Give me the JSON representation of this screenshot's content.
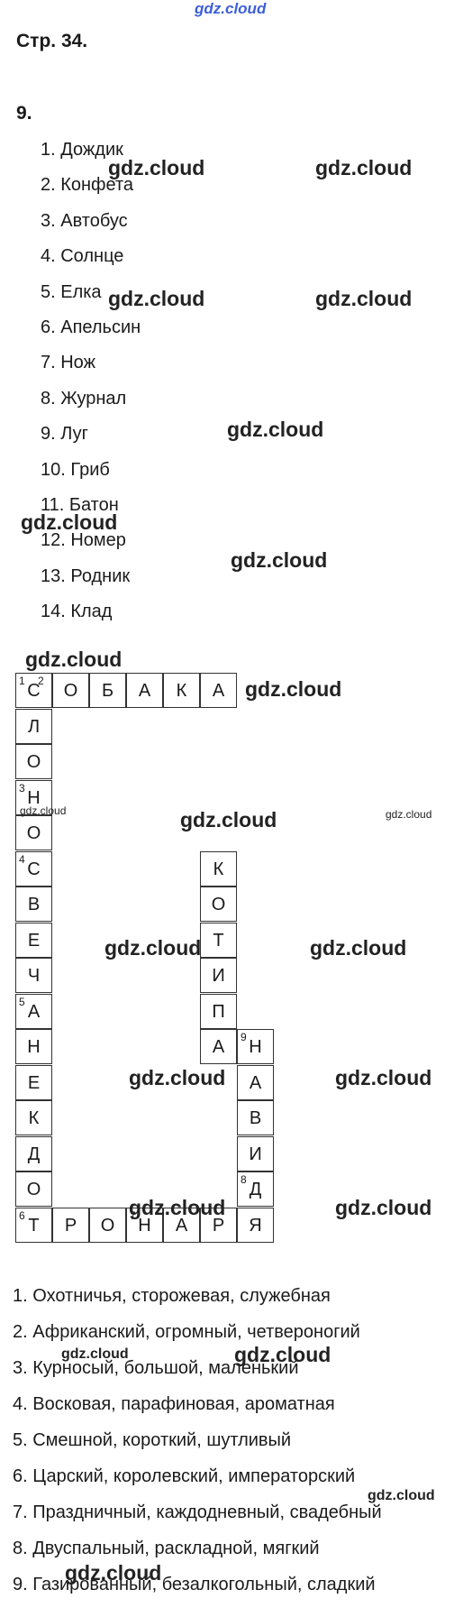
{
  "watermark": "gdz.cloud",
  "page_heading": "Стр. 34.",
  "task_number": "9.",
  "answers": [
    "1. Дождик",
    "2. Конфета",
    "3. Автобус",
    "4. Солнце",
    "5. Елка",
    "6. Апельсин",
    "7. Нож",
    "8. Журнал",
    "9. Луг",
    "10. Гриб",
    "11. Батон",
    "12. Номер",
    "13. Родник",
    "14. Клад"
  ],
  "crossword": {
    "top_row": [
      {
        "n": "1",
        "n2": "2",
        "ch": "С"
      },
      {
        "ch": "О"
      },
      {
        "ch": "Б"
      },
      {
        "ch": "А"
      },
      {
        "ch": "К"
      },
      {
        "ch": "А"
      }
    ],
    "left_column": [
      {
        "ch": "Л"
      },
      {
        "ch": "О"
      },
      {
        "n": "3",
        "ch": "Н"
      },
      {
        "ch": "О"
      },
      {
        "n": "4",
        "ch": "С"
      },
      {
        "ch": "В"
      },
      {
        "ch": "Е"
      },
      {
        "ch": "Ч"
      },
      {
        "n": "5",
        "ch": "А"
      },
      {
        "ch": "Н"
      },
      {
        "ch": "Е"
      },
      {
        "ch": "К"
      },
      {
        "ch": "Д"
      },
      {
        "ch": "О"
      }
    ],
    "bottom_row": [
      {
        "n": "6",
        "ch": "Т"
      },
      {
        "ch": "Р"
      },
      {
        "ch": "О"
      },
      {
        "n": "7",
        "ch": "Н"
      },
      {
        "ch": "А"
      },
      {
        "ch": "Р"
      },
      {
        "ch": "Я"
      }
    ],
    "middle_column": [
      {
        "ch": "К"
      },
      {
        "ch": "О"
      },
      {
        "ch": "Т"
      },
      {
        "ch": "И"
      },
      {
        "ch": "П"
      },
      {
        "ch": "А"
      }
    ],
    "right_column": [
      {
        "n": "9",
        "ch": "Н"
      },
      {
        "ch": "А"
      },
      {
        "ch": "В"
      },
      {
        "ch": "И"
      },
      {
        "n": "8",
        "ch": "Д"
      }
    ]
  },
  "clues": [
    "1. Охотничья, сторожевая, служебная",
    "2. Африканский, огромный, четвероногий",
    "3. Курносый, большой, маленький",
    "4. Восковая, парафиновая, ароматная",
    "5. Смешной, короткий, шутливый",
    "6. Царский, королевский, императорский",
    "7. Праздничный, каждодневный, свадебный",
    "8. Двуспальный, раскладной, мягкий",
    "9. Газированный, безалкогольный, сладкий"
  ]
}
